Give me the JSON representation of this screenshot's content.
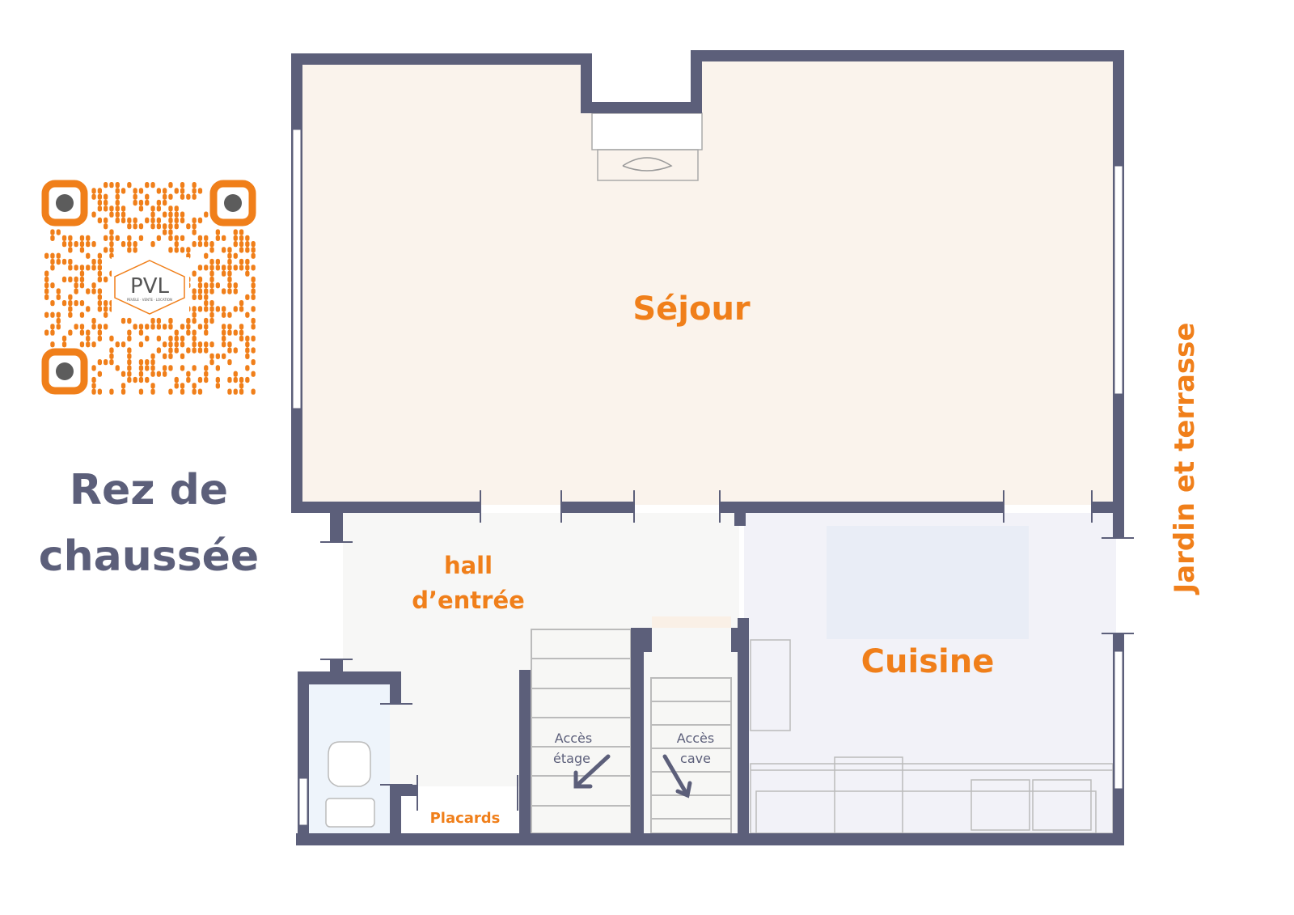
{
  "title": {
    "line1": "Rez de",
    "line2": "chaussée"
  },
  "rooms": {
    "sejour": "Séjour",
    "hall_line1": "hall",
    "hall_line2": "d’entrée",
    "cuisine": "Cuisine",
    "placards": "Placards",
    "jardin": "Jardin et terrasse"
  },
  "stairs": {
    "up_line1": "Accès",
    "up_line2": "étage",
    "down_line1": "Accès",
    "down_line2": "cave"
  },
  "qr": {
    "logo_text": "PVL",
    "logo_subtext": "PEVELE · VENTE · LOCATION"
  },
  "colors": {
    "wall": "#5c5f7a",
    "accent": "#f07f1a",
    "sejour": "#faf3ec",
    "hall": "#f7f7f6",
    "cuisine": "#f2f2f8",
    "wc": "#eef4fb"
  }
}
